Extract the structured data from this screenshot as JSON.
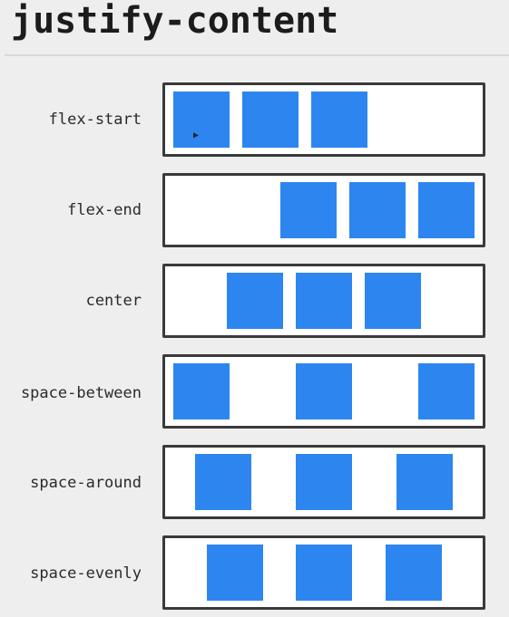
{
  "title": "justify-content",
  "item_color": "#2d86f0",
  "rows": [
    {
      "label": "flex-start",
      "justify": "flex-start",
      "items": 3
    },
    {
      "label": "flex-end",
      "justify": "flex-end",
      "items": 3
    },
    {
      "label": "center",
      "justify": "center",
      "items": 3
    },
    {
      "label": "space-between",
      "justify": "space-between",
      "items": 3
    },
    {
      "label": "space-around",
      "justify": "space-around",
      "items": 3
    },
    {
      "label": "space-evenly",
      "justify": "space-evenly",
      "items": 3
    }
  ],
  "cursor_icon": "mouse-pointer-icon"
}
